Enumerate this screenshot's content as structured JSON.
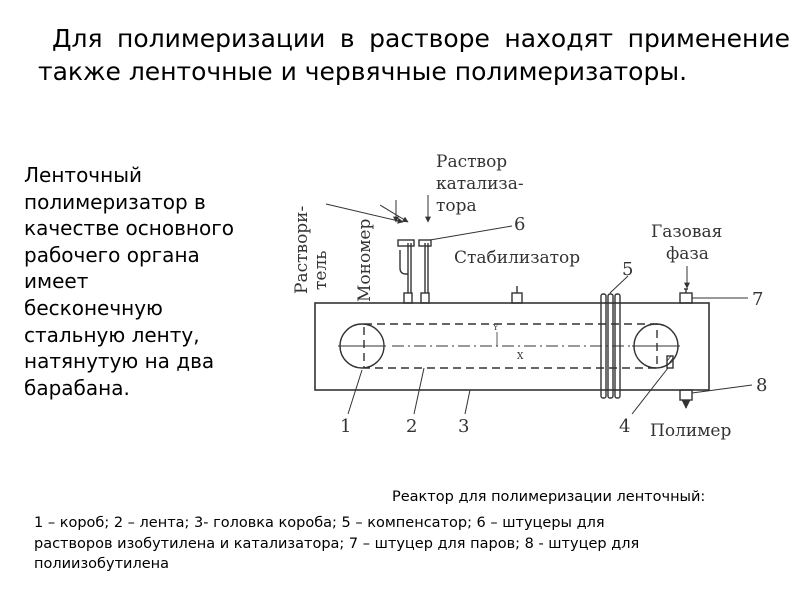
{
  "heading": {
    "line1": "Для полимеризации в растворе находят",
    "line2": "применение также ленточные и червячные",
    "line3": "полимеризаторы."
  },
  "side_text": [
    "Ленточный",
    "полимеризатор в",
    "качестве основного",
    "рабочего органа",
    "имеет",
    "бесконечную",
    "стальную ленту,",
    "натянутую на два",
    "барабана."
  ],
  "diagram": {
    "labels": {
      "catalyst_1": "Раствор",
      "catalyst_2": "катализа-",
      "catalyst_3": "тора",
      "solvent_1": "Раствори-",
      "solvent_2": "тель",
      "monomer": "Мономер",
      "stabilizer": "Стабилизатор",
      "gas_1": "Газовая",
      "gas_2": "фаза",
      "polymer": "Полимер"
    },
    "numbers": {
      "n1": "1",
      "n2": "2",
      "n3": "3",
      "n4": "4",
      "n5": "5",
      "n6": "6",
      "n7": "7",
      "n8": "8"
    },
    "axis_y": "Y",
    "axis_x": "X"
  },
  "caption": {
    "title": "Реактор для полимеризации ленточный:",
    "lines": [
      "1 – короб; 2 – лента; 3- головка короба; 5 – компенсатор;  6 – штуцеры для",
      "растворов изобутилена и катализатора;  7 – штуцер для паров; 8 - штуцер для",
      "полиизобутилена"
    ]
  },
  "colors": {
    "text": "#000000",
    "drawing": "#333333",
    "background": "#ffffff"
  }
}
